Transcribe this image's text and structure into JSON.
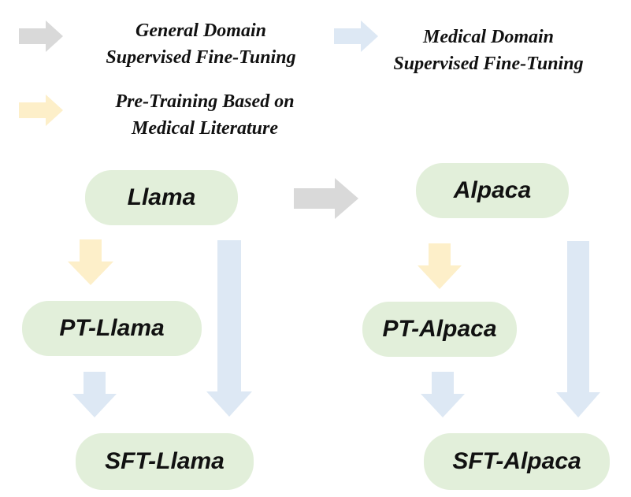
{
  "colors": {
    "general_sft": "#d9d9d9",
    "medical_sft": "#dde8f4",
    "pretraining": "#fdefc9",
    "node_fill": "#e2efda",
    "text": "#111111"
  },
  "legend": {
    "general_sft": {
      "line1": "General Domain",
      "line2": "Supervised Fine-Tuning"
    },
    "medical_sft": {
      "line1": "Medical Domain",
      "line2": "Supervised Fine-Tuning"
    },
    "pretraining": {
      "line1": "Pre-Training Based on",
      "line2": "Medical Literature"
    }
  },
  "nodes": {
    "llama": "Llama",
    "alpaca": "Alpaca",
    "pt_llama": "PT-Llama",
    "pt_alpaca": "PT-Alpaca",
    "sft_llama": "SFT-Llama",
    "sft_alpaca": "SFT-Alpaca"
  }
}
